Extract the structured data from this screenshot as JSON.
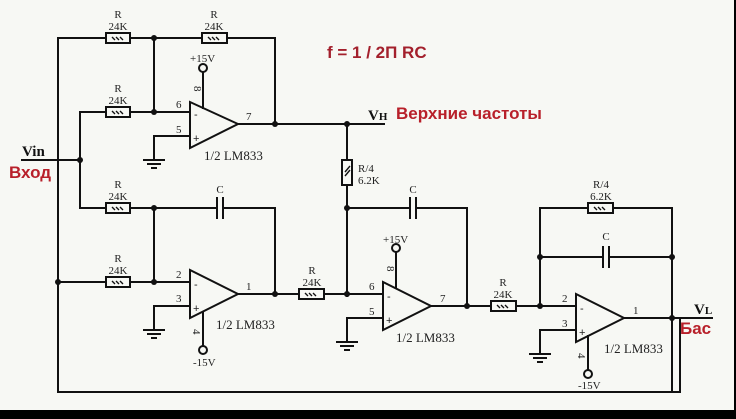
{
  "formula": "f = 1 / 2П RC",
  "input": {
    "label": "Vin",
    "caption": "Вход"
  },
  "outputs": {
    "high": {
      "label": "V",
      "sub": "H",
      "caption": "Верхние частоты"
    },
    "low": {
      "label": "V",
      "sub": "L",
      "caption": "Бас"
    }
  },
  "resistors": {
    "r1": {
      "name": "R",
      "value": "24K"
    },
    "r2": {
      "name": "R",
      "value": "24K"
    },
    "r3": {
      "name": "R",
      "value": "24K"
    },
    "r4": {
      "name": "R",
      "value": "24K"
    },
    "r5": {
      "name": "R",
      "value": "24K"
    },
    "r6": {
      "name": "R",
      "value": "24K"
    },
    "r7": {
      "name": "R",
      "value": "24K"
    },
    "r8": {
      "name": "R/4",
      "value": "6.2K"
    },
    "r9": {
      "name": "R/4",
      "value": "6.2K"
    }
  },
  "capacitors": {
    "c1": {
      "name": "C"
    },
    "c2": {
      "name": "C"
    },
    "c3": {
      "name": "C"
    }
  },
  "opamps": {
    "u1": {
      "part": "1/2 LM833",
      "inv_pin": "6",
      "noninv_pin": "5",
      "out_pin": "7",
      "supply_pin": "8",
      "supply": "+15V",
      "minus": "-",
      "plus": "+"
    },
    "u2": {
      "part": "1/2 LM833",
      "inv_pin": "2",
      "noninv_pin": "3",
      "out_pin": "1",
      "supply_pin": "4",
      "supply": "-15V",
      "minus": "-",
      "plus": "+"
    },
    "u3": {
      "part": "1/2 LM833",
      "inv_pin": "6",
      "noninv_pin": "5",
      "out_pin": "7",
      "supply_pin": "8",
      "supply": "+15V",
      "minus": "-",
      "plus": "+"
    },
    "u4": {
      "part": "1/2 LM833",
      "inv_pin": "2",
      "noninv_pin": "3",
      "out_pin": "1",
      "supply_pin": "4",
      "supply": "-15V",
      "minus": "-",
      "plus": "+"
    }
  }
}
